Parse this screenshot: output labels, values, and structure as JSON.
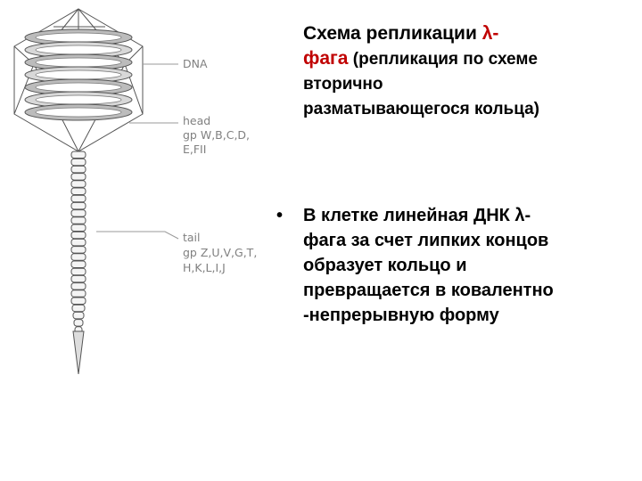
{
  "figure": {
    "labels": {
      "dna": "DNA",
      "head_1": "head",
      "head_2": "gp W,B,C,D,",
      "head_3": "E,FII",
      "tail_1": "tail",
      "tail_2": "gp Z,U,V,G,T,",
      "tail_3": "H,K,L,I,J"
    }
  },
  "title": {
    "line1_text": "Схема репликации ",
    "line1_lambda": "λ-",
    "line2_bold": "фага",
    "line2_rest": " (репликация по схеме",
    "line3": "вторично",
    "line4": "разматывающегося кольца)"
  },
  "bullet": {
    "marker": "•",
    "lines": [
      "В клетке линейная ДНК λ-",
      "фага за счет липких концов",
      "образует  кольцо и",
      "превращается в ковалентно",
      "-непрерывную форму"
    ]
  }
}
